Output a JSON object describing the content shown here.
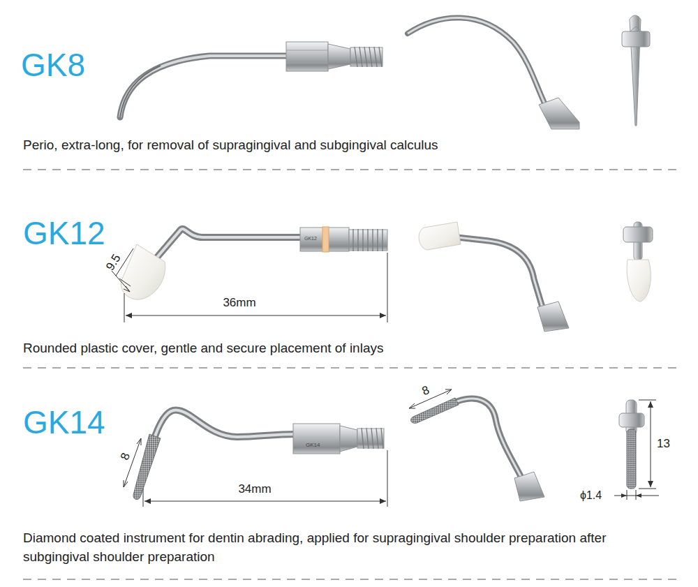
{
  "diagram": {
    "labels": [
      "GK8",
      "Perio, extra-long, for removal of supragingival and subgingival calculus",
      "GK12",
      "9.5",
      "GK12",
      "36mm",
      "Rounded plastic cover, gentle and secure placement of inlays",
      "GK14",
      "8",
      "GK14",
      "34mm",
      "8",
      "13",
      "ϕ1.4",
      "Diamond coated instrument for dentin abrading, applied for supragingival shoulder preparation after subgingival shoulder preparation"
    ]
  }
}
